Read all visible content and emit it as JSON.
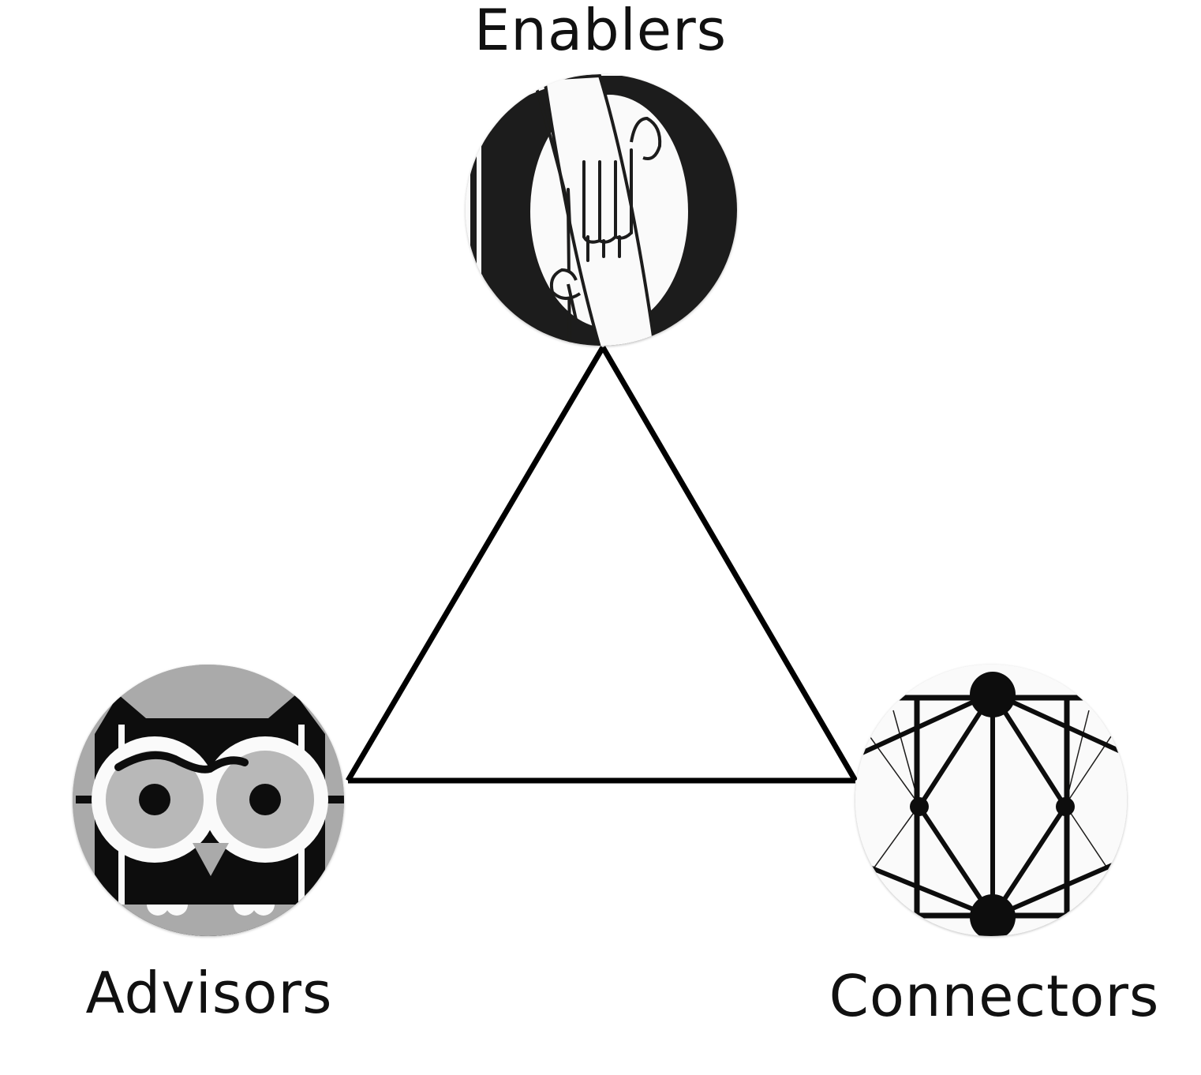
{
  "diagram": {
    "nodes": [
      {
        "id": "enablers",
        "label": "Enablers",
        "icon": "joined-hands-icon"
      },
      {
        "id": "advisors",
        "label": "Advisors",
        "icon": "owl-icon"
      },
      {
        "id": "connectors",
        "label": "Connectors",
        "icon": "network-icon"
      }
    ],
    "edges": [
      [
        "enablers",
        "advisors"
      ],
      [
        "advisors",
        "connectors"
      ],
      [
        "connectors",
        "enablers"
      ]
    ],
    "colors": {
      "line": "#000000",
      "icon_dark": "#1f1c1a",
      "icon_light": "#fafafa",
      "owl_grey": "#aaaaaa",
      "owl_light_grey": "#b8b8b8"
    }
  }
}
